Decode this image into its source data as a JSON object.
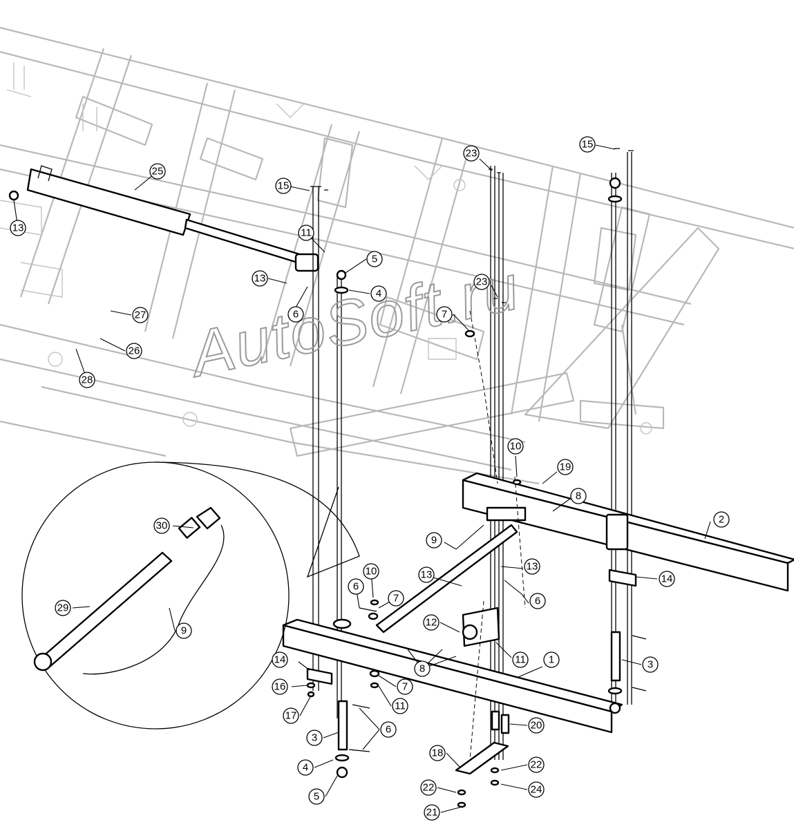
{
  "watermark": "AutoSoft.ru",
  "callouts": [
    {
      "id": "c25a",
      "label": "25"
    },
    {
      "id": "c13a",
      "label": "13"
    },
    {
      "id": "c15a",
      "label": "15"
    },
    {
      "id": "c11a",
      "label": "11"
    },
    {
      "id": "c5a",
      "label": "5"
    },
    {
      "id": "c4a",
      "label": "4"
    },
    {
      "id": "c13b",
      "label": "13"
    },
    {
      "id": "c6a",
      "label": "6"
    },
    {
      "id": "c27",
      "label": "27"
    },
    {
      "id": "c26",
      "label": "26"
    },
    {
      "id": "c28",
      "label": "28"
    },
    {
      "id": "c23a",
      "label": "23"
    },
    {
      "id": "c15b",
      "label": "15"
    },
    {
      "id": "c23b",
      "label": "23"
    },
    {
      "id": "c7a",
      "label": "7"
    },
    {
      "id": "c10a",
      "label": "10"
    },
    {
      "id": "c19",
      "label": "19"
    },
    {
      "id": "c8a",
      "label": "8"
    },
    {
      "id": "c2",
      "label": "2"
    },
    {
      "id": "c9a",
      "label": "9"
    },
    {
      "id": "c13c",
      "label": "13"
    },
    {
      "id": "c13d",
      "label": "13"
    },
    {
      "id": "c6b",
      "label": "6"
    },
    {
      "id": "c14a",
      "label": "14"
    },
    {
      "id": "c30",
      "label": "30"
    },
    {
      "id": "c29",
      "label": "29"
    },
    {
      "id": "c9b",
      "label": "9"
    },
    {
      "id": "c6c",
      "label": "6"
    },
    {
      "id": "c10b",
      "label": "10"
    },
    {
      "id": "c7b",
      "label": "7"
    },
    {
      "id": "c12",
      "label": "12"
    },
    {
      "id": "c11b",
      "label": "11"
    },
    {
      "id": "c1",
      "label": "1"
    },
    {
      "id": "c3a",
      "label": "3"
    },
    {
      "id": "c8b",
      "label": "8"
    },
    {
      "id": "c14b",
      "label": "14"
    },
    {
      "id": "c16",
      "label": "16"
    },
    {
      "id": "c7c",
      "label": "7"
    },
    {
      "id": "c11c",
      "label": "11"
    },
    {
      "id": "c17",
      "label": "17"
    },
    {
      "id": "c6d",
      "label": "6"
    },
    {
      "id": "c3b",
      "label": "3"
    },
    {
      "id": "c20",
      "label": "20"
    },
    {
      "id": "c18",
      "label": "18"
    },
    {
      "id": "c22a",
      "label": "22"
    },
    {
      "id": "c4b",
      "label": "4"
    },
    {
      "id": "c22b",
      "label": "22"
    },
    {
      "id": "c24",
      "label": "24"
    },
    {
      "id": "c5b",
      "label": "5"
    },
    {
      "id": "c21",
      "label": "21"
    }
  ]
}
